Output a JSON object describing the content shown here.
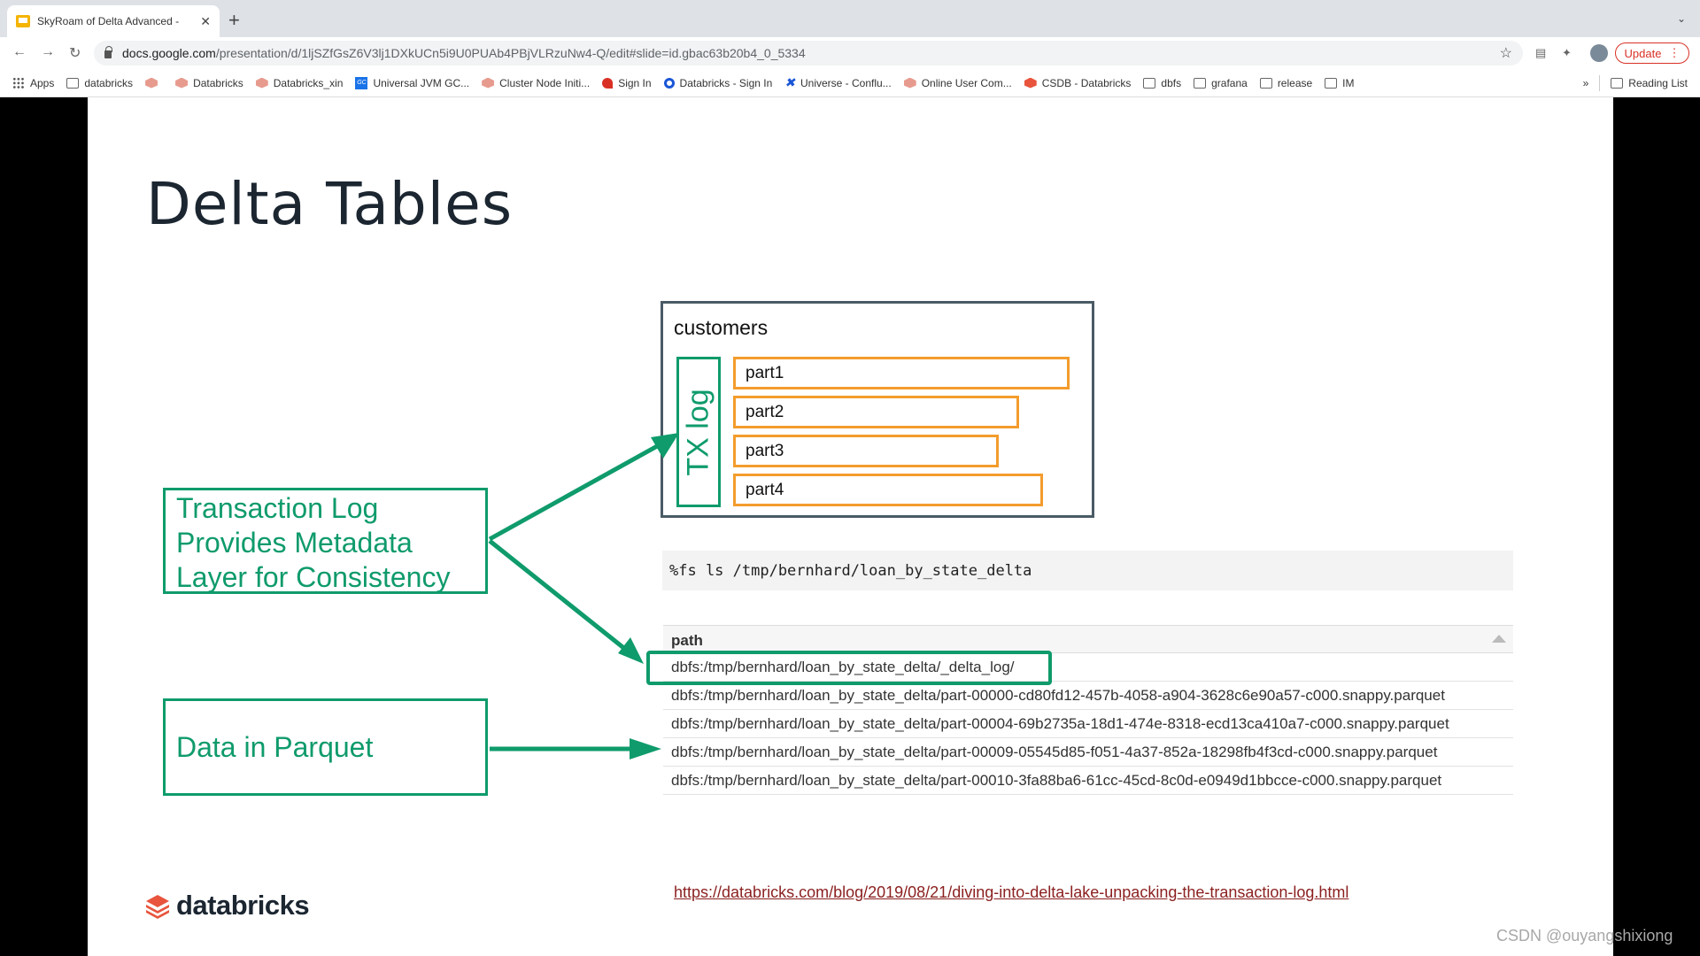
{
  "browser": {
    "tab_title": "SkyRoam of Delta Advanced -",
    "tab_close": "✕",
    "new_tab": "+",
    "url_host": "docs.google.com",
    "url_path": "/presentation/d/1ljSZfGsZ6V3lj1DXkUCn5i9U0PUAb4PBjVLRzuNw4-Q/edit#slide=id.gbac63b20b4_0_5334",
    "update_label": "Update",
    "bookmarks": [
      "Apps",
      "databricks",
      "",
      "Databricks",
      "Databricks_xin",
      "Universal JVM GC...",
      "Cluster Node Initi...",
      "Sign In",
      "Databricks - Sign In",
      "Universe - Conflu...",
      "Online User Com...",
      "CSDB - Databricks",
      "dbfs",
      "grafana",
      "release",
      "IM"
    ],
    "more": "»",
    "reading_list": "Reading List"
  },
  "slide": {
    "title": "Delta Tables",
    "table_name": "customers",
    "tx_log_label": "TX log",
    "parts": [
      "part1",
      "part2",
      "part3",
      "part4"
    ],
    "callout_1": [
      "Transaction Log",
      "Provides Metadata",
      "Layer for Consistency"
    ],
    "callout_2": "Data in Parquet",
    "command": "%fs ls /tmp/bernhard/loan_by_state_delta",
    "table": {
      "header": "path",
      "rows": [
        "dbfs:/tmp/bernhard/loan_by_state_delta/_delta_log/",
        "dbfs:/tmp/bernhard/loan_by_state_delta/part-00000-cd80fd12-457b-4058-a904-3628c6e90a57-c000.snappy.parquet",
        "dbfs:/tmp/bernhard/loan_by_state_delta/part-00004-69b2735a-18d1-474e-8318-ecd13ca410a7-c000.snappy.parquet",
        "dbfs:/tmp/bernhard/loan_by_state_delta/part-00009-05545d85-f051-4a37-852a-18298fb4f3cd-c000.snappy.parquet",
        "dbfs:/tmp/bernhard/loan_by_state_delta/part-00010-3fa88ba6-61cc-45cd-8c0d-e0949d1bbcce-c000.snappy.parquet"
      ]
    },
    "logo_text": "databricks",
    "link": "https://databricks.com/blog/2019/08/21/diving-into-delta-lake-unpacking-the-transaction-log.html"
  },
  "watermark": "CSDN @ouyangshixiong",
  "colors": {
    "green": "#0f9b6b",
    "orange": "#f39c2d",
    "box_border": "#4a5b66",
    "update_red": "#d93025"
  }
}
